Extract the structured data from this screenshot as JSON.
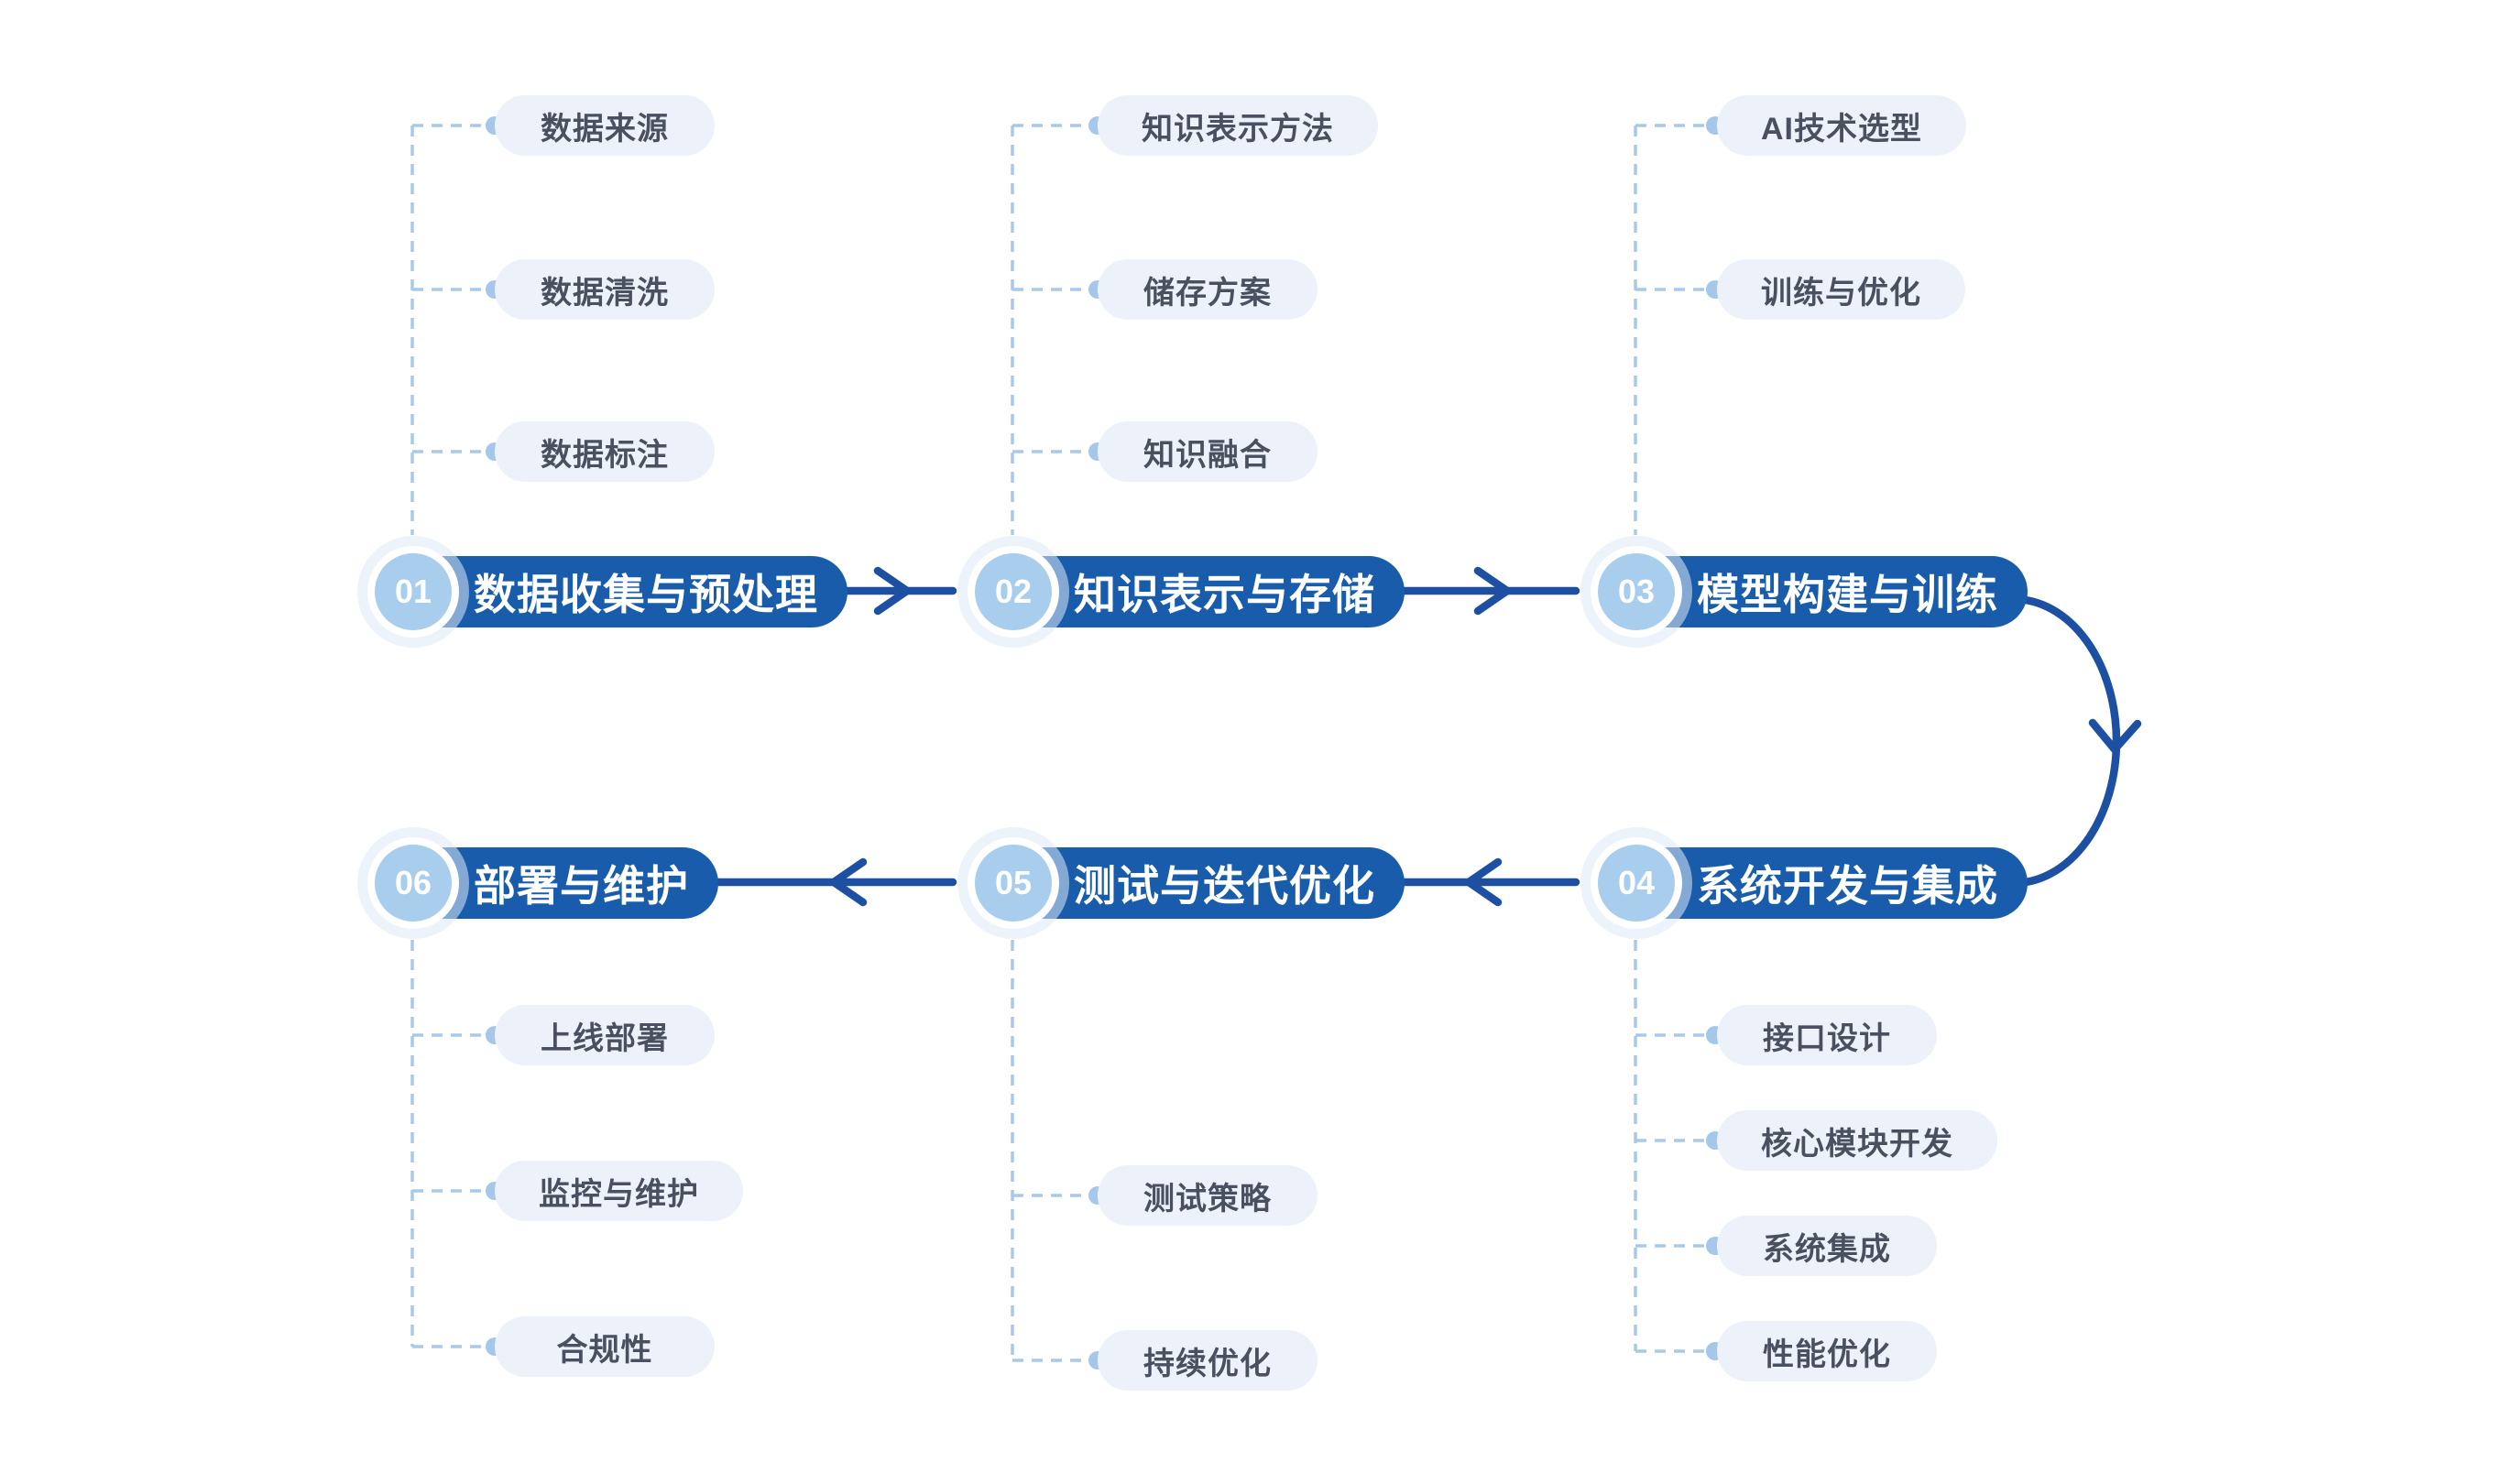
{
  "diagram": {
    "type": "process-flow",
    "direction": "stage01→02→03 (top row, left-to-right), curved arrow down, stage04→05→06 (bottom row, right-to-left)"
  },
  "palette": {
    "stage_pill_bg": "#185cab",
    "stage_pill_text": "#ffffff",
    "badge_fill": "#a9cdec",
    "badge_ring": "#ffffff",
    "badge_halo": "#dee9f5",
    "arrow_line": "#1d50a3",
    "dashed_line": "#a9c9e8",
    "dot_fill": "#a5c8ea",
    "sub_pill_bg": "#edf2fa",
    "sub_pill_text": "#49505f",
    "background": "#ffffff"
  },
  "stages": [
    {
      "number": "01",
      "label": "数据收集与预处理",
      "sub_items": [
        "数据来源",
        "数据清洗",
        "数据标注"
      ]
    },
    {
      "number": "02",
      "label": "知识表示与存储",
      "sub_items": [
        "知识表示方法",
        "储存方案",
        "知识融合"
      ]
    },
    {
      "number": "03",
      "label": "模型构建与训练",
      "sub_items": [
        "AI技术选型",
        "训练与优化"
      ]
    },
    {
      "number": "04",
      "label": "系统开发与集成",
      "sub_items": [
        "接口设计",
        "核心模块开发",
        "系统集成",
        "性能优化"
      ]
    },
    {
      "number": "05",
      "label": "测试与迭代优化",
      "sub_items": [
        "测试策略",
        "持续优化"
      ]
    },
    {
      "number": "06",
      "label": "部署与维护",
      "sub_items": [
        "上线部署",
        "监控与维护",
        "合规性"
      ]
    }
  ]
}
